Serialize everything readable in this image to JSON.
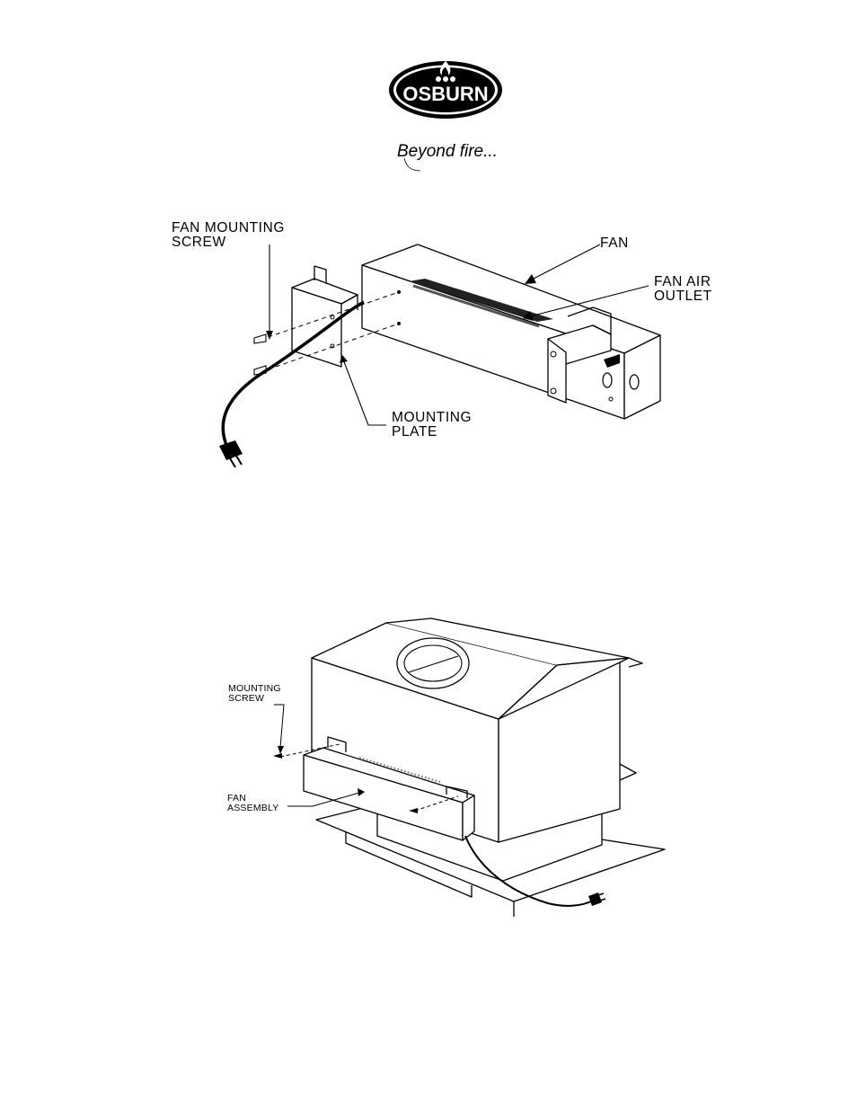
{
  "logo": {
    "brand": "OSBURN",
    "tagline": "Beyond fire..."
  },
  "diagram1": {
    "labels": {
      "fan_mounting_screw": [
        "FAN MOUNTING",
        "SCREW"
      ],
      "fan": "FAN",
      "fan_air_outlet": [
        "FAN AIR",
        "OUTLET"
      ],
      "mounting_plate": [
        "MOUNTING",
        "PLATE"
      ]
    }
  },
  "diagram2": {
    "labels": {
      "mounting_screw": [
        "MOUNTING",
        "SCREW"
      ],
      "fan_assembly": [
        "FAN",
        "ASSEMBLY"
      ]
    }
  }
}
